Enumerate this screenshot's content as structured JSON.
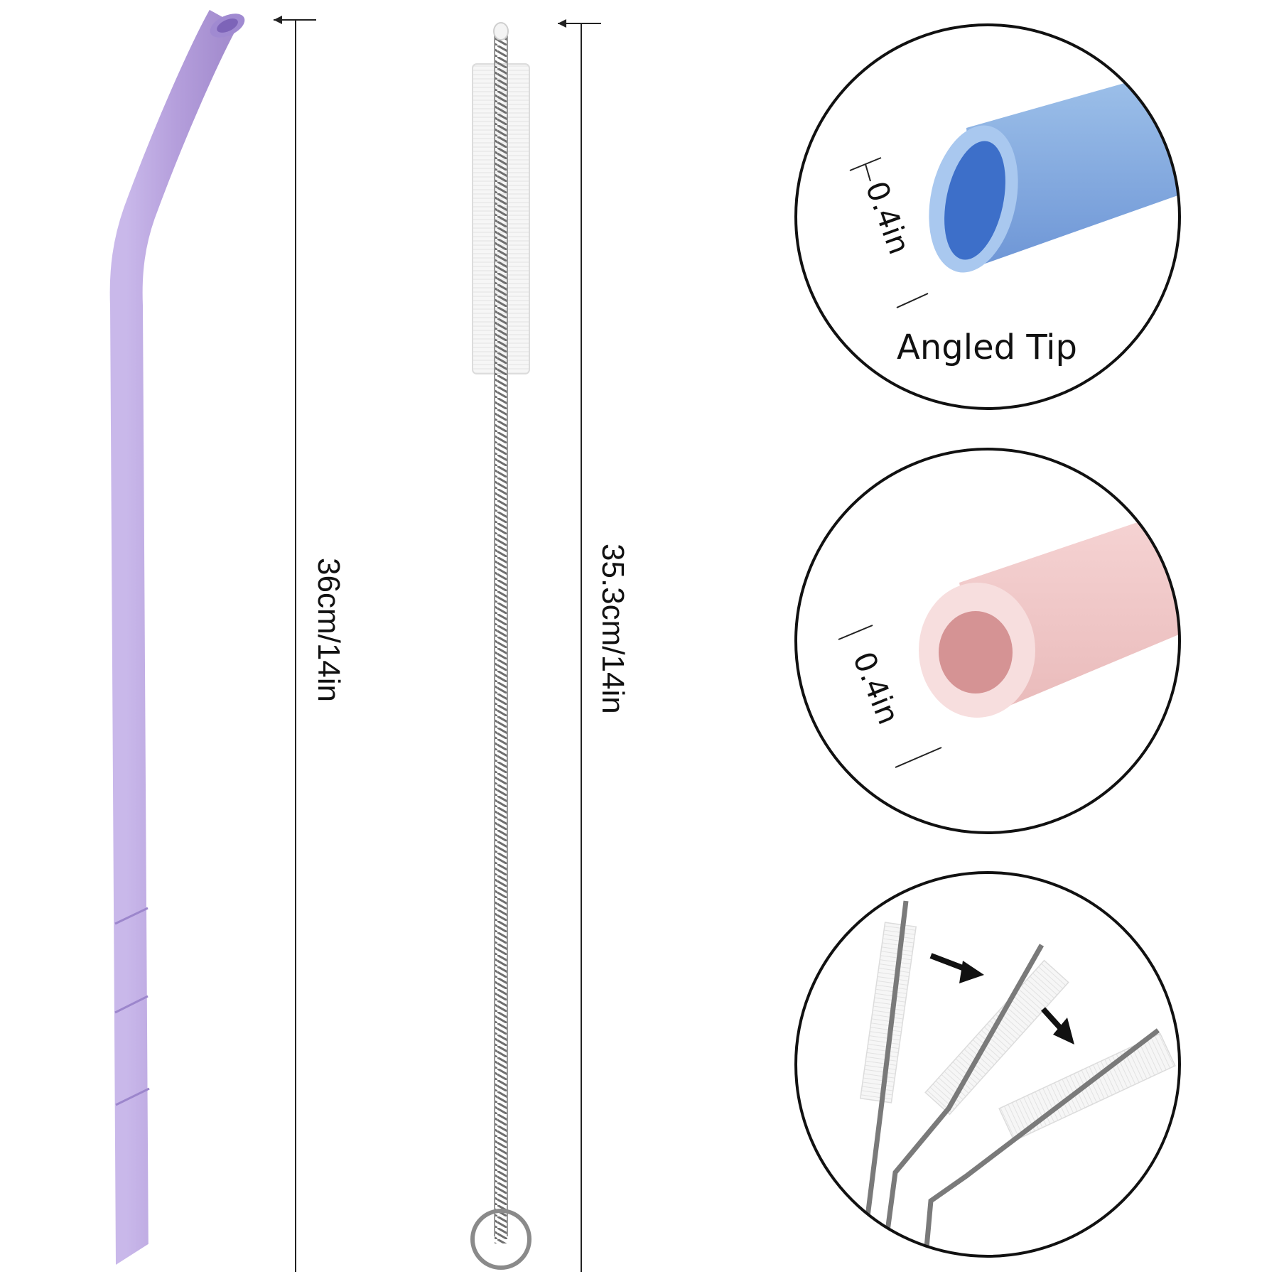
{
  "measurements": {
    "straw_length": "36cm/14in",
    "brush_length": "35.3cm/14in"
  },
  "callouts": {
    "blue_tip_diameter": "0.4in",
    "blue_tip_label": "Angled Tip",
    "pink_end_diameter": "0.4in"
  },
  "colors": {
    "straw": "#b8a3dd",
    "blue_tip": "#8fb3e0",
    "pink_end": "#efc6c6",
    "bristles": "#f4f4f4",
    "wire": "#8a8a8a"
  },
  "icons": [
    "arrow-right-down-icon",
    "arrow-right-down-icon"
  ]
}
